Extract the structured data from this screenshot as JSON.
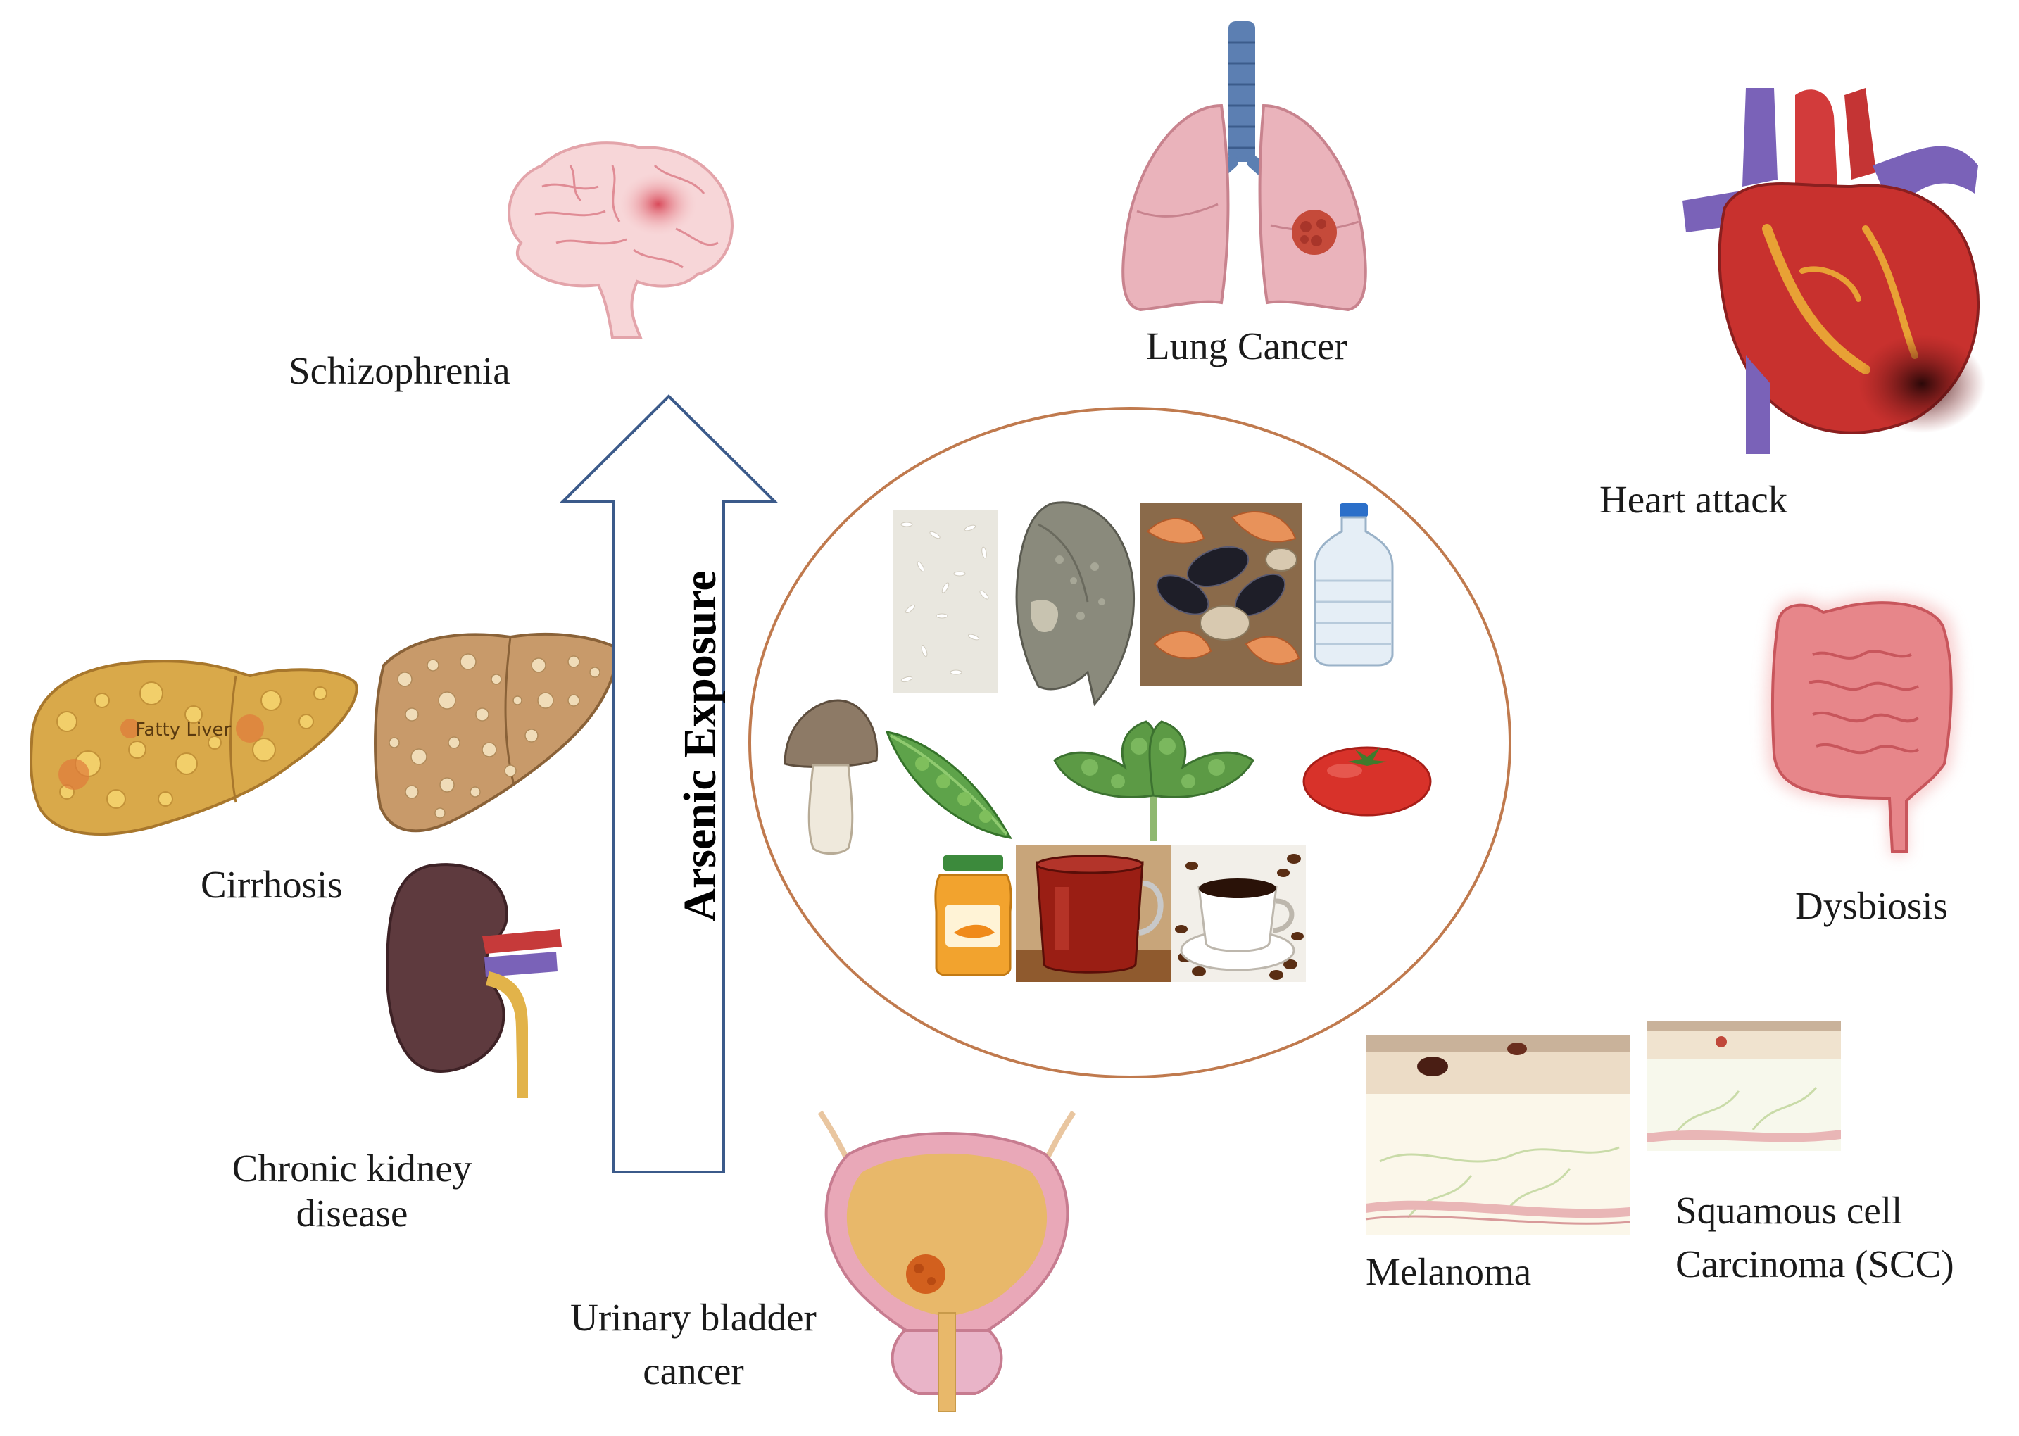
{
  "labels": {
    "schizophrenia": "Schizophrenia",
    "lung_cancer": "Lung Cancer",
    "heart_attack": "Heart attack",
    "dysbiosis": "Dysbiosis",
    "fatty_liver": "Fatty Liver",
    "cirrhosis": "Cirrhosis",
    "ckd_line1": "Chronic kidney",
    "ckd_line2": "disease",
    "bladder_line1": "Urinary bladder",
    "bladder_line2": "cancer",
    "melanoma": "Melanoma",
    "scc_line1": "Squamous cell",
    "scc_line2": "Carcinoma  (SCC)"
  },
  "arrow": {
    "label": "Arsenic Exposure"
  },
  "icons": [
    "brain-icon",
    "lungs-icon",
    "heart-icon",
    "intestine-icon",
    "fatty-liver-icon",
    "cirrhotic-liver-icon",
    "kidney-icon",
    "bladder-icon",
    "melanoma-skin-icon",
    "scc-skin-icon",
    "rice-icon",
    "fish-icon",
    "seafood-icon",
    "water-bottle-icon",
    "mushroom-icon",
    "pea-pod-icon",
    "leafy-greens-icon",
    "tomato-icon",
    "juice-jar-icon",
    "tea-icon",
    "coffee-icon"
  ],
  "colors": {
    "circle_border": "#c07a4e",
    "arrow_border": "#3b5a8a"
  }
}
